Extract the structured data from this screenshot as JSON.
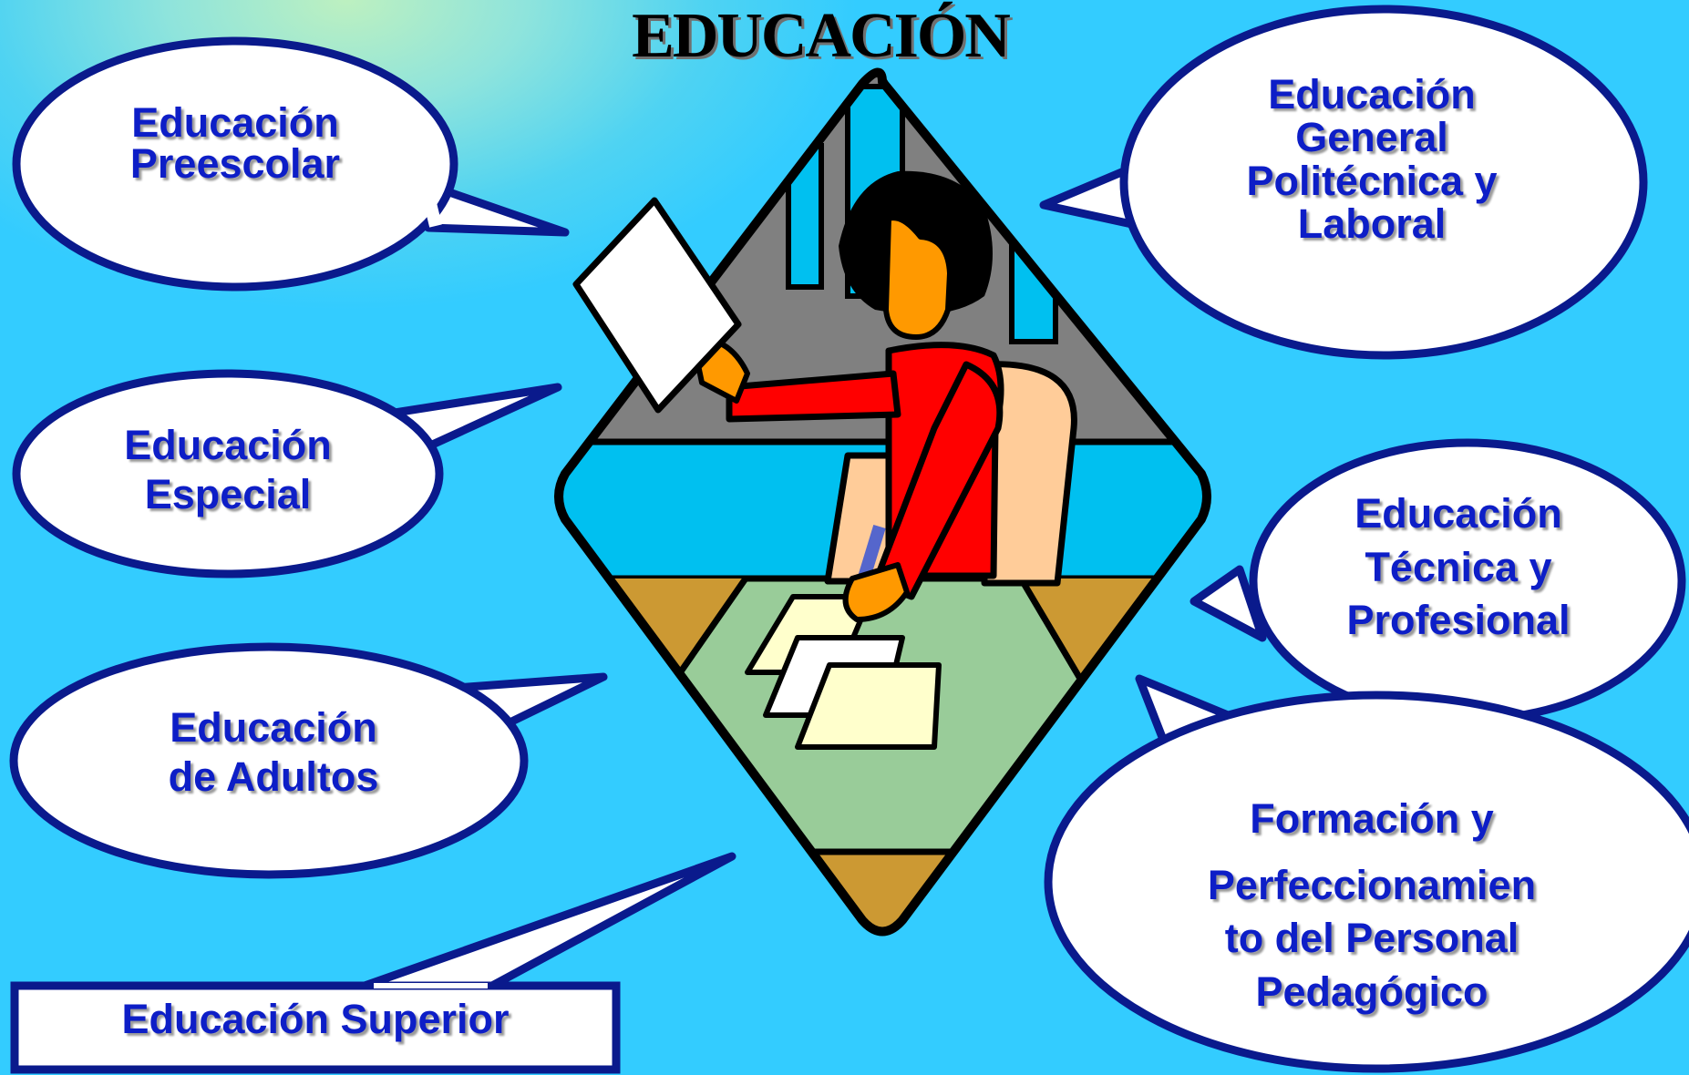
{
  "title": "EDUCACIÓN",
  "bubbles": {
    "preescolar": {
      "lines": [
        "Educación",
        "Preescolar"
      ]
    },
    "especial": {
      "lines": [
        "Educación",
        "Especial"
      ]
    },
    "adultos": {
      "lines": [
        "Educación",
        "de Adultos"
      ]
    },
    "superior": {
      "lines": [
        "Educación Superior"
      ]
    },
    "general": {
      "lines": [
        "Educación",
        "General",
        "Politécnica y",
        "Laboral"
      ]
    },
    "tecnica": {
      "lines": [
        "Educación",
        "Técnica y",
        "Profesional"
      ]
    },
    "formacion": {
      "lines": [
        "Formación y",
        "Perfeccionamien",
        "to del Personal",
        "Pedagógico"
      ]
    }
  },
  "colors": {
    "background": "#33ccff",
    "bubble_fill": "#ffffff",
    "bubble_stroke": "#0a1a8c",
    "text": "#0d1ec7"
  }
}
